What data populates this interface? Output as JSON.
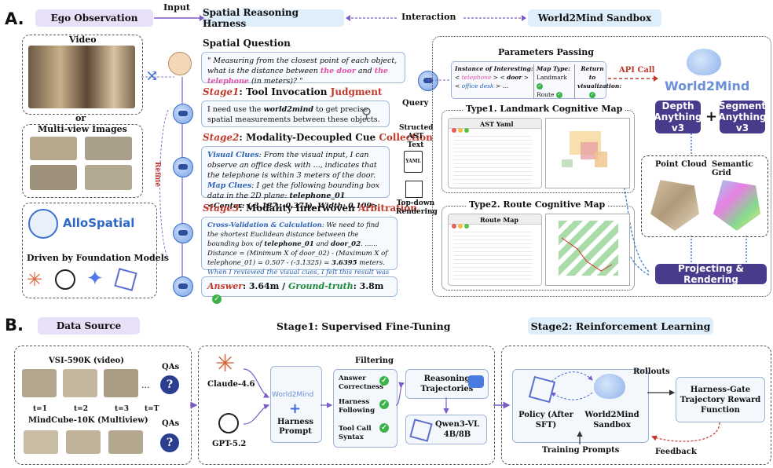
{
  "panel_a": {
    "label": "A.",
    "ego_observation": "Ego Observation",
    "input": "Input",
    "harness": "Spatial Reasoning Harness",
    "interaction": "Interaction",
    "sandbox": "World2Mind Sandbox",
    "video": "Video",
    "or": "or",
    "multiview": "Multi-view Images",
    "refine": "Refine",
    "allospatial": "AlloSpatial",
    "driven": "Driven by Foundation Models",
    "spatial_question": "Spatial Question",
    "question_pre": "\" Measuring from the closest point of each object, what is the distance between ",
    "q_door": "the door",
    "q_and": " and ",
    "q_phone": "the telephone",
    "q_post": " (in meters)? \"",
    "stage1_label": "Stage1",
    "stage1_text": ": Tool Invocation ",
    "stage1_accent": "Judgment",
    "stage1_body_pre": "I need use the ",
    "stage1_body_tool": "world2mind",
    "stage1_body_post": " to get precise spatial measurements between these objects.",
    "stage2_label": "Stage2",
    "stage2_text": ": Modality-Decoupled Cue ",
    "stage2_accent": "Collection",
    "visual_clues_head": "Visual Clues",
    "visual_clues": ": From the visual input, I can observe an office desk with ..., indicates that the telephone is within 3 meters of the door.",
    "map_clues_head": "Map Clues",
    "map_clues": ": I get the following bounding box data in the 2D plane: ",
    "map_clues_bold": "telephone_01 <Center: (-3.187, -0.371), Width: 0.109>, ...",
    "stage3_label": "Stage3",
    "stage3_text": ": Modality Interwoven ",
    "stage3_accent": "Arbitration",
    "cross_head": "Cross-Validation & Calculation",
    "cross_1": ": We need to find the shortest Euclidean distance between the bounding box of ",
    "cross_t": "telephone_01",
    "cross_2": " and ",
    "cross_d": "door_02",
    "cross_3": ". ...... Distance = (Minimum X of door_02) - (Maximum X of telephone_01) = 0.507 - (-3.1325) = ",
    "cross_val": "3.6395",
    "cross_4": " meters. ",
    "cross_5": "When I reviewed the visual cues, I felt this result was visually consistent.",
    "answer_label": "Answer",
    "answer_value": ": 3.64m",
    "slash": " / ",
    "gt_label": "Ground-truth",
    "gt_value": ": 3.8m",
    "query": "Query",
    "structed": "Structed AST Text",
    "yaml": "YAML",
    "topdown": "Top-down Rendering",
    "params": "Parameters Passing",
    "instance": "Instance of Interesting:",
    "telephone": "telephone",
    "door": "door",
    "office_desk": "office desk",
    "ellipsis": "...",
    "map_type": "Map Type:",
    "landmark": "Landmark",
    "route": "Route",
    "return_vis": "Return to visualization:",
    "api_call": "API Call",
    "world2mind_logo": "World2Mind",
    "type1": "Type1. Landmark Cognitive Map",
    "ast_yaml": "AST Yaml",
    "type2": "Type2. Route Cognitive Map",
    "route_map": "Route Map",
    "depth": "Depth Anything v3",
    "segment": "Segment Anything v3",
    "plus": "+",
    "point_cloud": "Point Cloud",
    "semantic_grid": "Semantic Grid",
    "projecting": "Projecting & Rendering"
  },
  "panel_b": {
    "label": "B.",
    "data_source": "Data Source",
    "stage1": "Stage1: Supervised Fine-Tuning",
    "stage2": "Stage2: Reinforcement Learning",
    "vsi": "VSI-590K (video)",
    "qas1": "QAs",
    "t1": "t=1",
    "t2": "t=2",
    "t3": "t=3",
    "tT": "t=T",
    "dots": "...",
    "mindcube": "MindCube-10K (Multiview)",
    "qas2": "QAs",
    "claude": "Claude-4.6",
    "gpt": "GPT-5.2",
    "world2mind_logo": "World2Mind",
    "harness_prompt": "Harness Prompt",
    "filtering": "Filtering",
    "answer_correct": "Answer Correctness",
    "harness_following": "Harness Following",
    "toolcall": "Tool Call Syntax",
    "reasoning": "Reasoning Trajectories",
    "qwen": "Qwen3-VL 4B/8B",
    "policy": "Policy (After SFT)",
    "sandbox": "World2Mind Sandbox",
    "rollouts": "Rollouts",
    "reward": "Harness-Gate Trajectory Reward Function",
    "training_prompts": "Training Prompts",
    "feedback": "Feedback"
  }
}
